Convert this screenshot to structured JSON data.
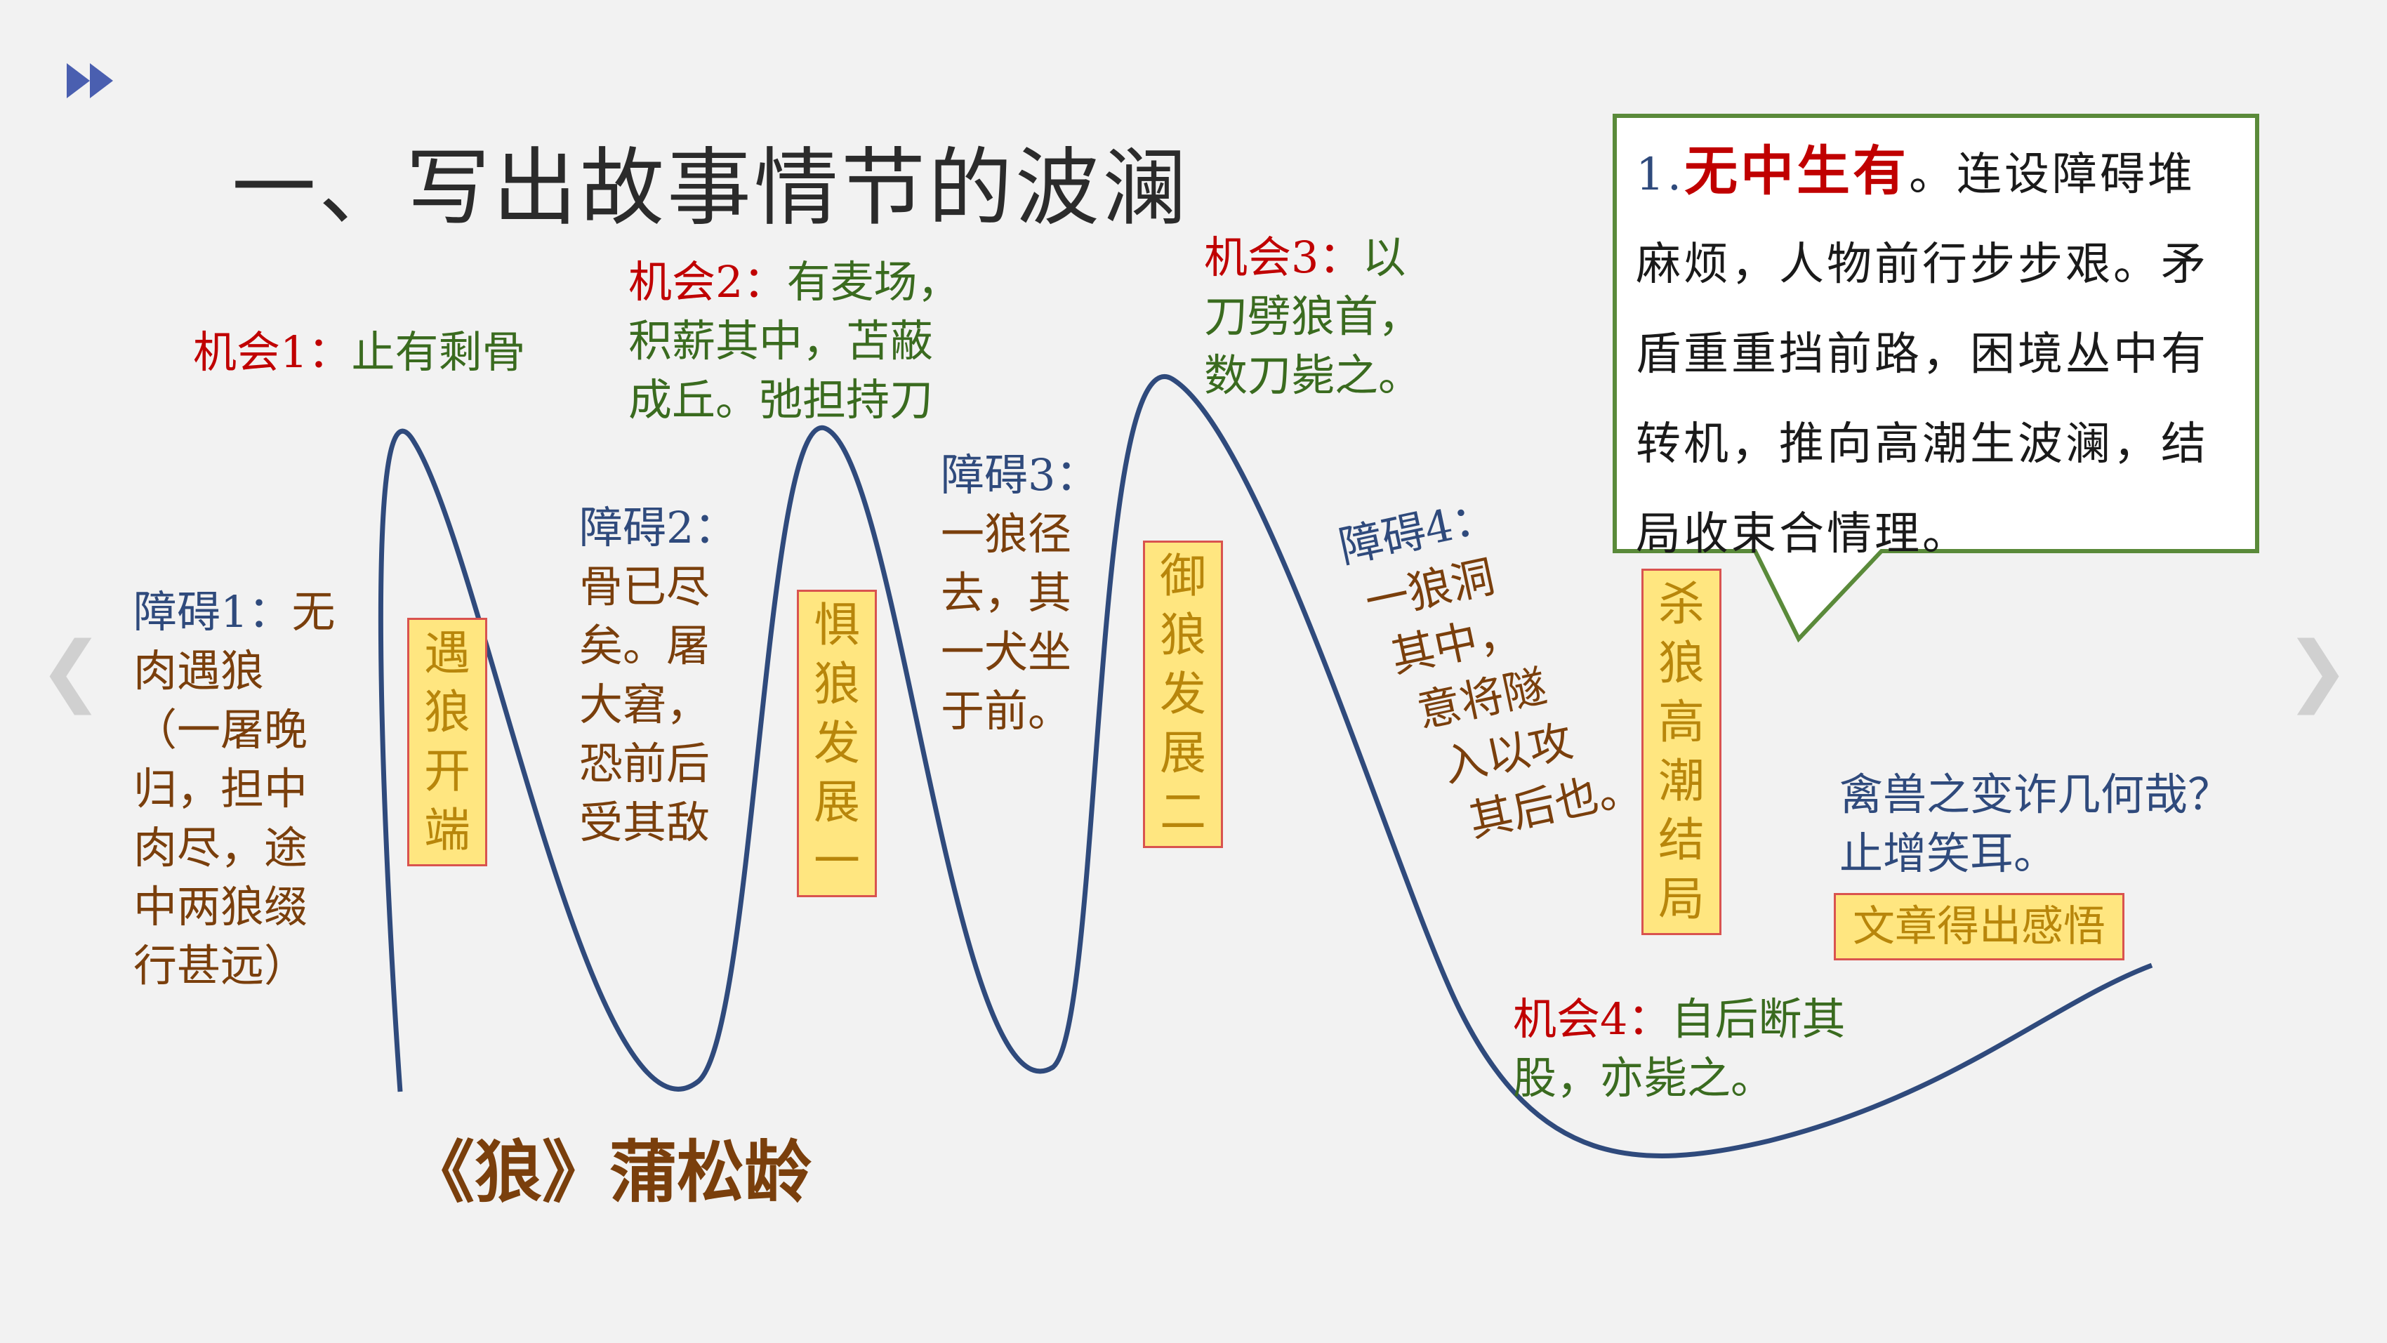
{
  "title": "一、写出故事情节的波澜",
  "subtitle": "《狼》蒲松龄",
  "colors": {
    "curve": "#2f4a7c",
    "box_fill": "#ffe680",
    "box_border": "#d9534f",
    "callout_border": "#5a8a3a"
  },
  "chances": [
    {
      "label": "机会1：",
      "text": [
        "止有剩骨"
      ]
    },
    {
      "label": "机会2：",
      "text": [
        "有麦场，",
        "积薪其中，苫蔽",
        "成丘。弛担持刀"
      ]
    },
    {
      "label": "机会3：",
      "text": [
        "以",
        "刀劈狼首，",
        "数刀毙之。"
      ]
    },
    {
      "label": "机会4：",
      "text": [
        "自后断其",
        "股，亦毙之。"
      ]
    }
  ],
  "obstacles": [
    {
      "label": "障碍1：",
      "text": [
        "无",
        "肉遇狼",
        "（一屠晚",
        "归，担中",
        "肉尽，途",
        "中两狼缀",
        "行甚远）"
      ]
    },
    {
      "label": "障碍2：",
      "text": [
        "骨已尽",
        "矣。屠",
        "大窘，",
        "恐前后",
        "受其敌"
      ]
    },
    {
      "label": "障碍3：",
      "text": [
        "一狼径",
        "去，其",
        "一犬坐",
        "于前。"
      ]
    },
    {
      "label": "障碍4：",
      "text": [
        "一狼洞",
        "其中，",
        "意将隧",
        "入以攻",
        "其后也。"
      ]
    }
  ],
  "stages": [
    "遇狼开端",
    "惧狼发展一",
    "御狼发展二",
    "杀狼高潮结局"
  ],
  "callout": {
    "prefix": "1.",
    "highlight": "无中生有",
    "body": "。连设障碍堆麻烦，人物前行步步艰。矛盾重重挡前路，困境丛中有转机，推向高潮生波澜，结局收束合情理。"
  },
  "conclusion": {
    "question": [
      "禽兽之变诈几何哉？",
      "止增笑耳。"
    ],
    "box": "文章得出感悟"
  },
  "icons": {
    "nav_prev": "chevron-left-icon",
    "nav_next": "chevron-right-icon",
    "bullet": "double-play-icon"
  }
}
